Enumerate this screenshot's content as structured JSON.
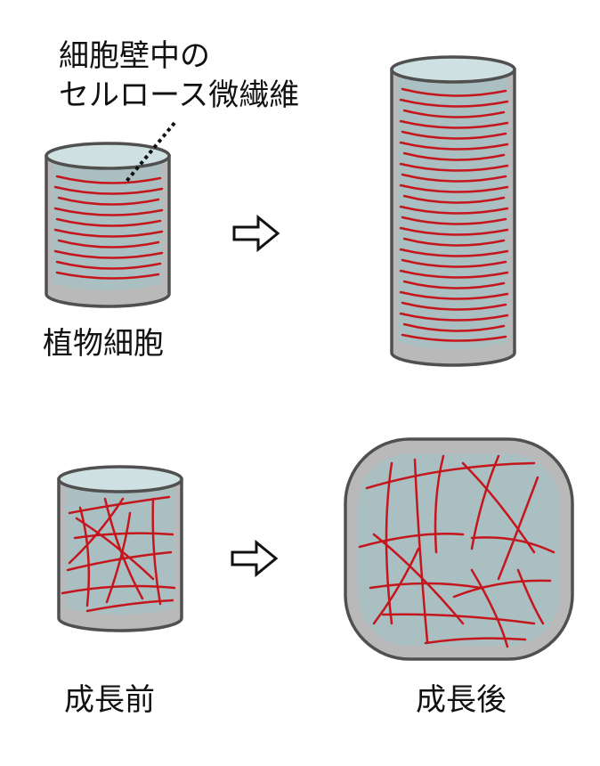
{
  "labels": {
    "callout_line1": "細胞壁中の",
    "callout_line2": "セルロース微繊維",
    "plant_cell": "植物細胞",
    "before_growth": "成長前",
    "after_growth": "成長後"
  },
  "colors": {
    "wall": "#b9b9b9",
    "interior": "#a9bfc2",
    "top": "#cfe0e2",
    "outline": "#505050",
    "fiber": "#c4161c"
  },
  "icons": {
    "arrow": "hollow-right-arrow-icon"
  }
}
